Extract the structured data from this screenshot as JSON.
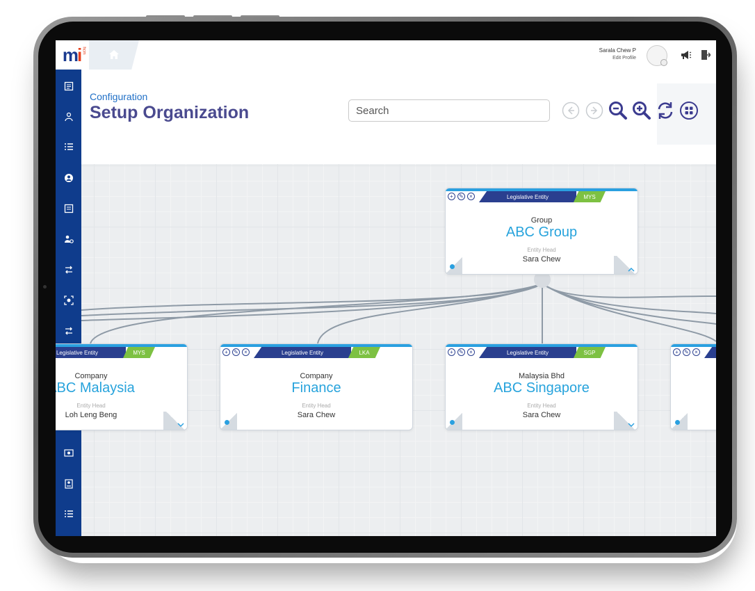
{
  "app": {
    "logo_m": "m",
    "logo_i": "i",
    "logo_sub": "hcm"
  },
  "topbar": {
    "user_name": "Sarala Chew P",
    "edit_profile": "Edit Profile"
  },
  "header": {
    "breadcrumb": "Configuration",
    "title": "Setup Organization"
  },
  "search": {
    "placeholder": "Search"
  },
  "sidebar": {
    "items": [
      "document",
      "org-chart",
      "list",
      "profile",
      "form",
      "people-settings",
      "transfer",
      "scan",
      "transfer-alt",
      "care",
      "payment",
      "card",
      "settings-card",
      "id-card",
      "list-alt"
    ]
  },
  "nodes": [
    {
      "entity": "Legislative Entity",
      "code": "MYS",
      "type": "Group",
      "name": "ABC Group",
      "head_label": "Entity Head",
      "head_name": "Sara Chew",
      "toggle": "up"
    },
    {
      "entity": "Legislative Entity",
      "code": "MYS",
      "type": "Company",
      "name": "ABC Malaysia",
      "head_label": "Entity Head",
      "head_name": "Loh Leng Beng",
      "toggle": "down"
    },
    {
      "entity": "Legislative Entity",
      "code": "LKA",
      "type": "Company",
      "name": "Finance",
      "head_label": "Entity Head",
      "head_name": "Sara Chew",
      "toggle": "none"
    },
    {
      "entity": "Legislative Entity",
      "code": "SGP",
      "type": "Malaysia Bhd",
      "name": "ABC Singapore",
      "head_label": "Entity Head",
      "head_name": "Sara Chew",
      "toggle": "down"
    },
    {
      "entity": "",
      "code": "",
      "type": "",
      "name": "",
      "head_label": "",
      "head_name": "",
      "toggle": "none"
    }
  ],
  "colors": {
    "sidebar": "#0f3c8c",
    "title": "#4a4a8f",
    "accent": "#27a3dc",
    "entity_tag": "#2a3f8f",
    "code_tag": "#7dc142",
    "tool_icon": "#3b3b8f"
  }
}
